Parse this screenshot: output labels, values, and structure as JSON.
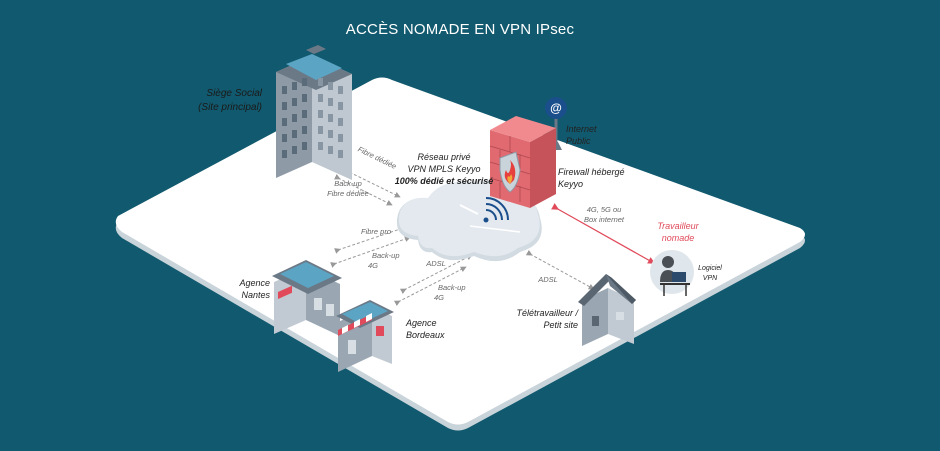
{
  "title": "ACCÈS NOMADE EN VPN IPsec",
  "nodes": {
    "siege": [
      "Siège Social",
      "(Site principal)"
    ],
    "reseau": [
      "Réseau privé",
      "VPN MPLS Keyyo",
      "100% dédié et sécurisé"
    ],
    "internet": [
      "Internet",
      "Public"
    ],
    "firewall": [
      "Firewall hébergé",
      "Keyyo"
    ],
    "nomade": [
      "Travailleur",
      "nomade"
    ],
    "logiciel": [
      "Logiciel",
      "VPN"
    ],
    "nantes": [
      "Agence",
      "Nantes"
    ],
    "bordeaux": [
      "Agence",
      "Bordeaux"
    ],
    "teletravailleur": [
      "Télétravailleur /",
      "Petit site"
    ]
  },
  "links": {
    "siege_fibre": "Fibre dédiée",
    "siege_backup": [
      "Back-up",
      "Fibre dédiée"
    ],
    "nantes_fibre": "Fibre pro",
    "nantes_backup": [
      "Back-up",
      "4G"
    ],
    "bordeaux_adsl": "ADSL",
    "bordeaux_backup": [
      "Back-up",
      "4G"
    ],
    "tele_adsl": "ADSL",
    "nomade_link": [
      "4G, 5G ou",
      "Box internet"
    ]
  },
  "colors": {
    "background": "#11596e",
    "platform": "#ffffff",
    "accent": "#e04a5a",
    "firewall": "#e06a70"
  },
  "icons": {
    "internet": "at-sign-icon",
    "firewall": "flame-shield-icon",
    "cloud": "cloud-wifi-icon",
    "building": "office-building-icon",
    "shop": "shop-icon",
    "house": "house-icon",
    "user": "laptop-user-icon"
  }
}
